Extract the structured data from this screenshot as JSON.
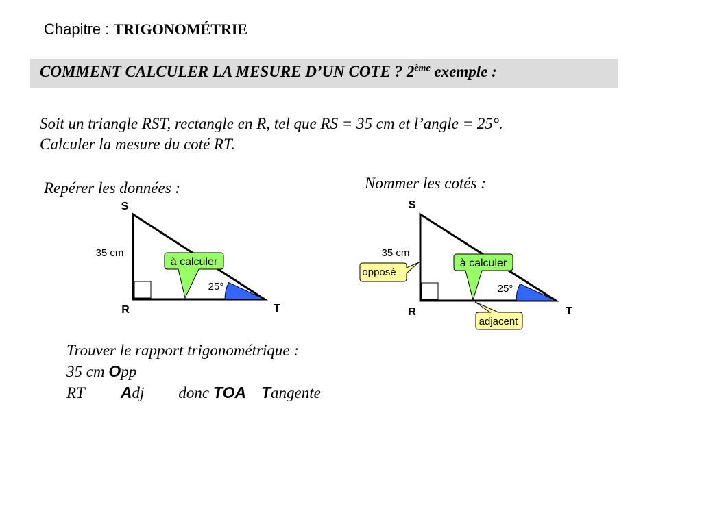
{
  "chapter": {
    "prefix": "Chapitre : ",
    "title": "TRIGONOMÉTRIE"
  },
  "banner": {
    "text": "COMMENT CALCULER LA MESURE D’UN COTE ? 2",
    "sup": "ème",
    "suffix": " exemple :"
  },
  "statement": {
    "line1": "Soit un triangle RST, rectangle en R, tel que RS = 35 cm et l’angle  = 25°.",
    "line2": "Calculer la mesure du coté RT."
  },
  "left_section": {
    "heading": "Repérer les données :",
    "figure": {
      "vertex_s": "S",
      "vertex_r": "R",
      "vertex_t": "T",
      "side_label": "35 cm",
      "callout": "à calculer",
      "angle_label": "25°"
    }
  },
  "right_section": {
    "heading": "Nommer les cotés :",
    "figure": {
      "vertex_s": "S",
      "vertex_r": "R",
      "vertex_t": "T",
      "side_label": "35 cm",
      "callout": "à calculer",
      "angle_label": "25°",
      "opposite_label": "opposé",
      "adjacent_label": "adjacent"
    }
  },
  "ratio": {
    "heading": "Trouver le rapport trigonométrique :",
    "row1_value": "35 cm ",
    "row1_letter": "O",
    "row1_rest": "pp",
    "row2_value": "RT",
    "row2_letter": "A",
    "row2_rest": "dj",
    "donc": "donc ",
    "toa": "TOA",
    "t_letter": "T",
    "t_rest": "angente"
  },
  "colors": {
    "banner_bg": "#dcdcdc",
    "callout_green": "#99ff66",
    "label_yellow": "#ffffa0",
    "angle_blue": "#3366ff"
  }
}
